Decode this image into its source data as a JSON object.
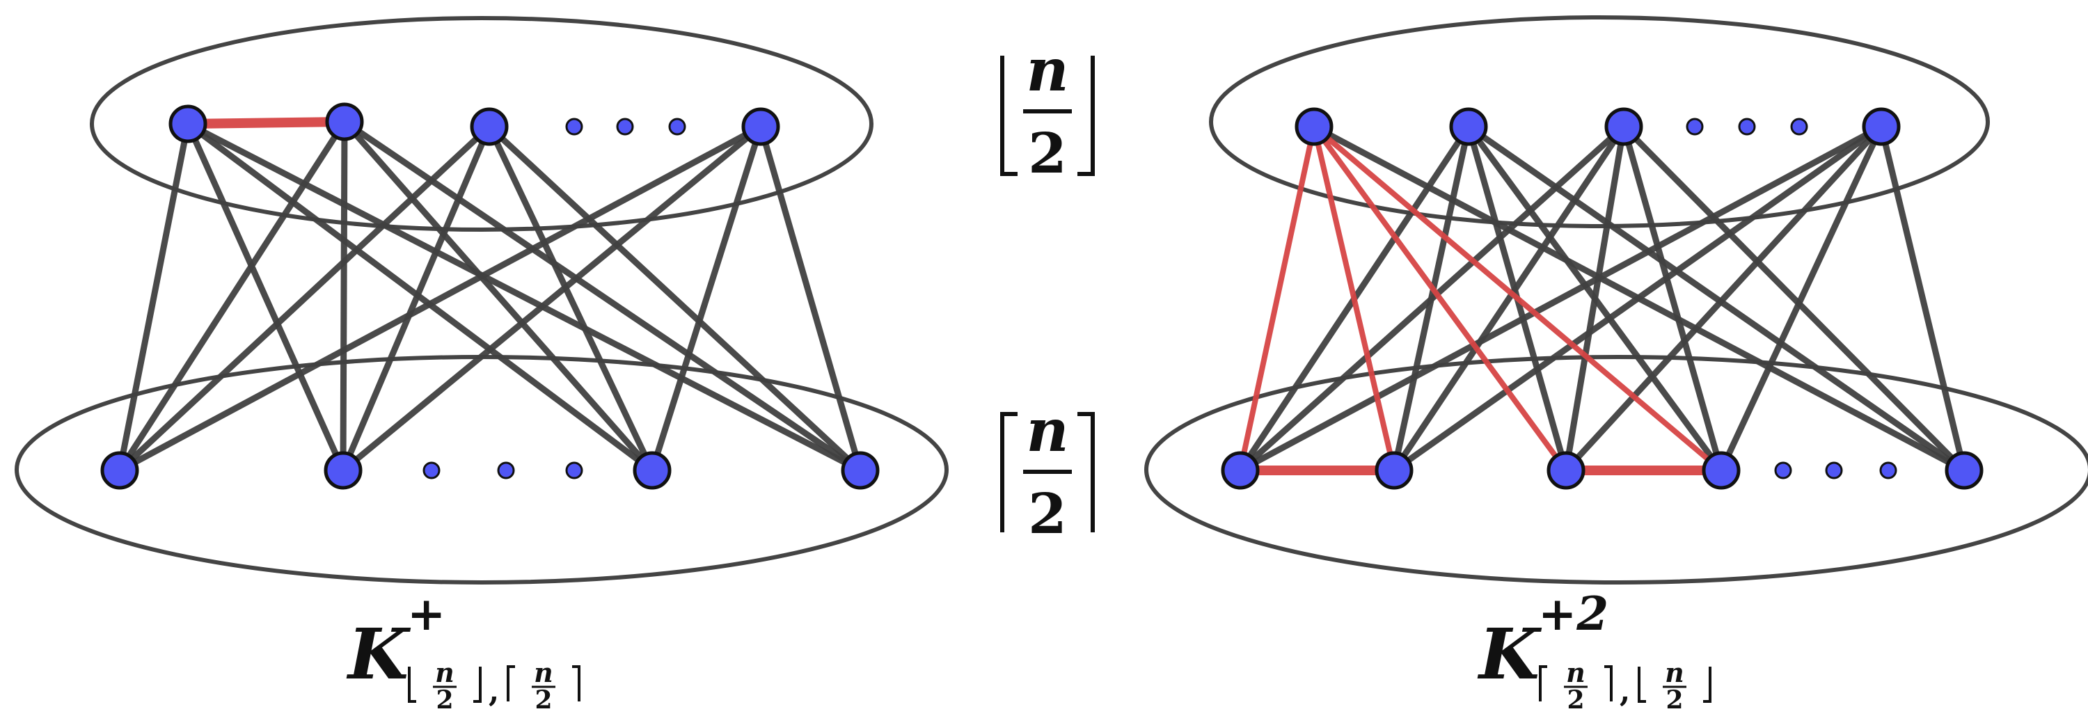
{
  "middle_labels": {
    "top": {
      "bracket": "floor",
      "numerator": "n",
      "denominator": "2"
    },
    "bottom": {
      "bracket": "ceil",
      "numerator": "n",
      "denominator": "2"
    }
  },
  "left_graph": {
    "caption": {
      "base": "K",
      "sup": "+",
      "sub_first_bracket": "floor",
      "sub_second_bracket": "ceil",
      "sub_numerator": "n",
      "sub_denominator": "2",
      "sub_separator": ","
    },
    "top_vertices": 4,
    "bottom_vertices": 4,
    "complete_bipartite": true,
    "extra_edges": [
      {
        "from": "top-1",
        "to": "top-2"
      }
    ],
    "edge_color": "#404040",
    "extra_edge_color": "#d64545"
  },
  "right_graph": {
    "caption": {
      "base": "K",
      "sup": "+2",
      "sub_first_bracket": "ceil",
      "sub_second_bracket": "floor",
      "sub_numerator": "n",
      "sub_denominator": "2",
      "sub_separator": ","
    },
    "top_vertices": 4,
    "bottom_vertices": 5,
    "complete_bipartite": true,
    "extra_edges": [
      {
        "from": "bottom-1",
        "to": "bottom-2"
      },
      {
        "from": "bottom-3",
        "to": "bottom-4"
      }
    ],
    "highlighted_edges": [
      {
        "from": "top-1",
        "to": "bottom-1"
      },
      {
        "from": "top-1",
        "to": "bottom-2"
      },
      {
        "from": "top-1",
        "to": "bottom-3"
      },
      {
        "from": "top-1",
        "to": "bottom-4"
      }
    ],
    "edge_color": "#404040",
    "extra_edge_color": "#d64545"
  },
  "colors": {
    "vertex_fill": "#5056f5",
    "vertex_stroke": "#111111",
    "ellipse_stroke": "#444444"
  },
  "icons": [
    "ellipsis-dots-icon"
  ]
}
